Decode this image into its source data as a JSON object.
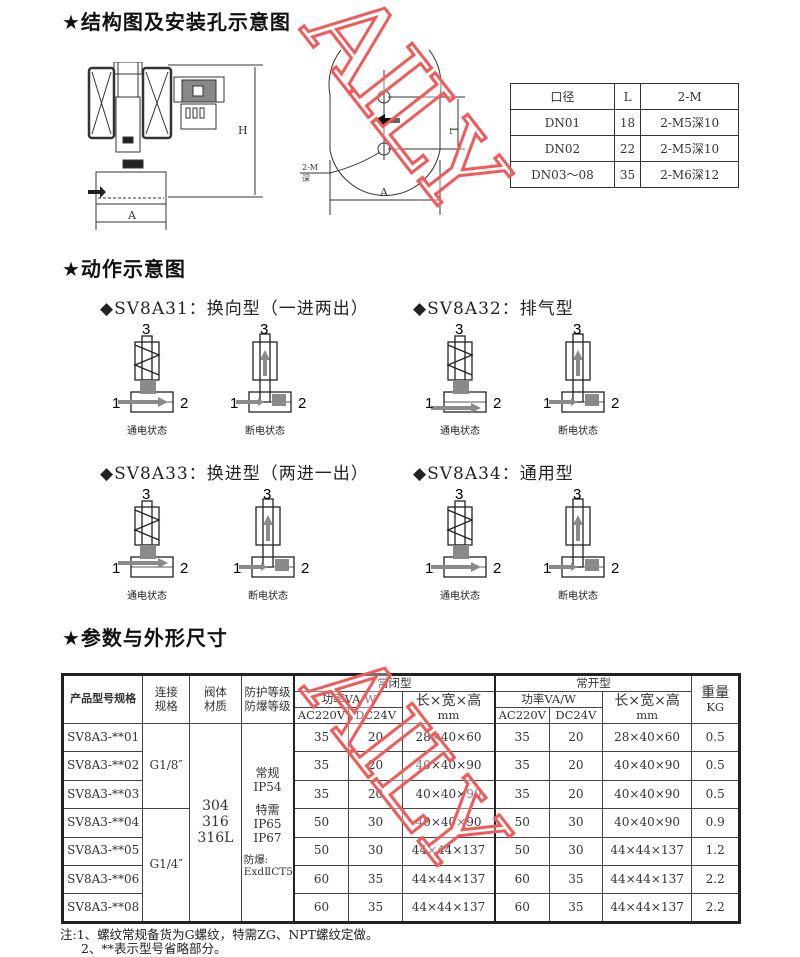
{
  "sections": {
    "structure_title": "★结构图及安装孔示意图",
    "action_title": "★动作示意图",
    "params_title": "★参数与外形尺寸"
  },
  "drawing_labels": {
    "H": "H",
    "A": "A",
    "L": "L",
    "A2": "A",
    "hole_m": "2-M",
    "hole_depth": "深"
  },
  "hole_table": {
    "headers": [
      "口径",
      "L",
      "2-M"
    ],
    "rows": [
      [
        "DN01",
        "18",
        "2-M5深10"
      ],
      [
        "DN02",
        "22",
        "2-M5深10"
      ],
      [
        "DN03～08",
        "35",
        "2-M6深12"
      ]
    ]
  },
  "actions": [
    {
      "title": "◆SV8A31：换向型（一进两出）",
      "on": "通电状态",
      "off": "断电状态",
      "p3": "3",
      "p1": "1",
      "p2": "2"
    },
    {
      "title": "◆SV8A32：排气型",
      "on": "通电状态",
      "off": "断电状态",
      "p3": "3",
      "p1": "1",
      "p2": "2"
    },
    {
      "title": "◆SV8A33：换进型（两进一出）",
      "on": "通电状态",
      "off": "断电状态",
      "p3": "3",
      "p1": "1",
      "p2": "2"
    },
    {
      "title": "◆SV8A34：通用型",
      "on": "通电状态",
      "off": "断电状态",
      "p3": "3",
      "p1": "1",
      "p2": "2"
    }
  ],
  "spec": {
    "h_model": "产品型号规格",
    "h_conn": "连接规格",
    "h_mat": "阀体材质",
    "h_prot": "防护等级防爆等级",
    "h_nc": "常闭型",
    "h_no": "常开型",
    "h_power": "功率VA/W",
    "h_dim": "长×宽×高",
    "h_mm": "mm",
    "h_ac": "AC220V",
    "h_dc": "DC24V",
    "h_weight": "重量",
    "h_kg": "KG",
    "conn_a": "G1/8″",
    "conn_b": "G1/4″",
    "material": "304\n316\n316L",
    "protection": [
      "常规",
      "IP54",
      "特需",
      "IP65",
      "IP67",
      "防爆:",
      "ExdⅡCT5"
    ],
    "rows": [
      {
        "model": "SV8A3-**01",
        "nc_ac": "35",
        "nc_dc": "20",
        "nc_dim": "28×40×60",
        "no_ac": "35",
        "no_dc": "20",
        "no_dim": "28×40×60",
        "kg": "0.5"
      },
      {
        "model": "SV8A3-**02",
        "nc_ac": "35",
        "nc_dc": "20",
        "nc_dim": "40×40×90",
        "no_ac": "35",
        "no_dc": "20",
        "no_dim": "40×40×90",
        "kg": "0.5"
      },
      {
        "model": "SV8A3-**03",
        "nc_ac": "35",
        "nc_dc": "20",
        "nc_dim": "40×40×90",
        "no_ac": "35",
        "no_dc": "20",
        "no_dim": "40×40×90",
        "kg": "0.5"
      },
      {
        "model": "SV8A3-**04",
        "nc_ac": "50",
        "nc_dc": "30",
        "nc_dim": "40×40×90",
        "no_ac": "50",
        "no_dc": "30",
        "no_dim": "40×40×90",
        "kg": "0.9"
      },
      {
        "model": "SV8A3-**05",
        "nc_ac": "50",
        "nc_dc": "30",
        "nc_dim": "44×44×137",
        "no_ac": "50",
        "no_dc": "30",
        "no_dim": "44×44×137",
        "kg": "1.2"
      },
      {
        "model": "SV8A3-**06",
        "nc_ac": "60",
        "nc_dc": "35",
        "nc_dim": "44×44×137",
        "no_ac": "60",
        "no_dc": "35",
        "no_dim": "44×44×137",
        "kg": "2.2"
      },
      {
        "model": "SV8A3-**08",
        "nc_ac": "60",
        "nc_dc": "35",
        "nc_dim": "44×44×137",
        "no_ac": "60",
        "no_dc": "35",
        "no_dim": "44×44×137",
        "kg": "2.2"
      }
    ]
  },
  "notes": [
    "注:1、螺纹常规备货为G螺纹，特需ZG、NPT螺纹定做。",
    "2、**表示型号省略部分。"
  ],
  "watermark": "AILY",
  "colors": {
    "watermark": "#f25a5a",
    "flow": "#8a8a8a"
  }
}
